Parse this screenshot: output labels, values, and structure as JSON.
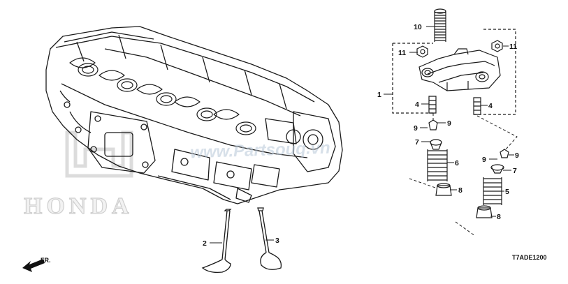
{
  "diagram": {
    "code": "T7ADE1200",
    "front_label": "FR.",
    "watermark": "www.Partsouq.vn",
    "brand_logo_text": "HONDA",
    "callouts": [
      {
        "id": "c10",
        "num": "10"
      },
      {
        "id": "c11a",
        "num": "11"
      },
      {
        "id": "c11b",
        "num": "11"
      },
      {
        "id": "c1",
        "num": "1"
      },
      {
        "id": "c4a",
        "num": "4"
      },
      {
        "id": "c4b",
        "num": "4"
      },
      {
        "id": "c9a",
        "num": "9"
      },
      {
        "id": "c9b",
        "num": "9"
      },
      {
        "id": "c7a",
        "num": "7"
      },
      {
        "id": "c6",
        "num": "6"
      },
      {
        "id": "c8a",
        "num": "8"
      },
      {
        "id": "c9c",
        "num": "9"
      },
      {
        "id": "c9d",
        "num": "9"
      },
      {
        "id": "c7b",
        "num": "7"
      },
      {
        "id": "c5",
        "num": "5"
      },
      {
        "id": "c8b",
        "num": "8"
      },
      {
        "id": "c2",
        "num": "2"
      },
      {
        "id": "c3",
        "num": "3"
      }
    ]
  }
}
